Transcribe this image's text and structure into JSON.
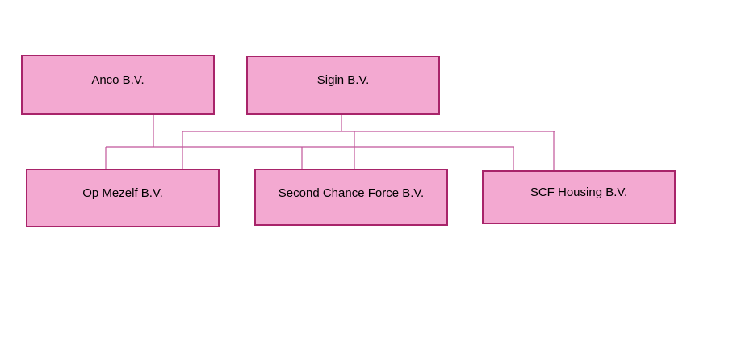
{
  "diagram": {
    "type": "organization-chart",
    "colors": {
      "box_fill": "#f3a9d1",
      "box_border": "#a8246a",
      "connector": "#c0559a",
      "text": "#000000"
    },
    "parents": [
      {
        "id": "anco",
        "label": "Anco B.V."
      },
      {
        "id": "sigin",
        "label": "Sigin B.V."
      }
    ],
    "children": [
      {
        "id": "op",
        "label": "Op Mezelf B.V."
      },
      {
        "id": "scf",
        "label": "Second Chance Force B.V."
      },
      {
        "id": "scfh",
        "label": "SCF Housing B.V."
      }
    ],
    "links": [
      {
        "from": "anco",
        "to": "op"
      },
      {
        "from": "anco",
        "to": "scf"
      },
      {
        "from": "anco",
        "to": "scfh"
      },
      {
        "from": "sigin",
        "to": "op"
      },
      {
        "from": "sigin",
        "to": "scf"
      },
      {
        "from": "sigin",
        "to": "scfh"
      }
    ]
  }
}
